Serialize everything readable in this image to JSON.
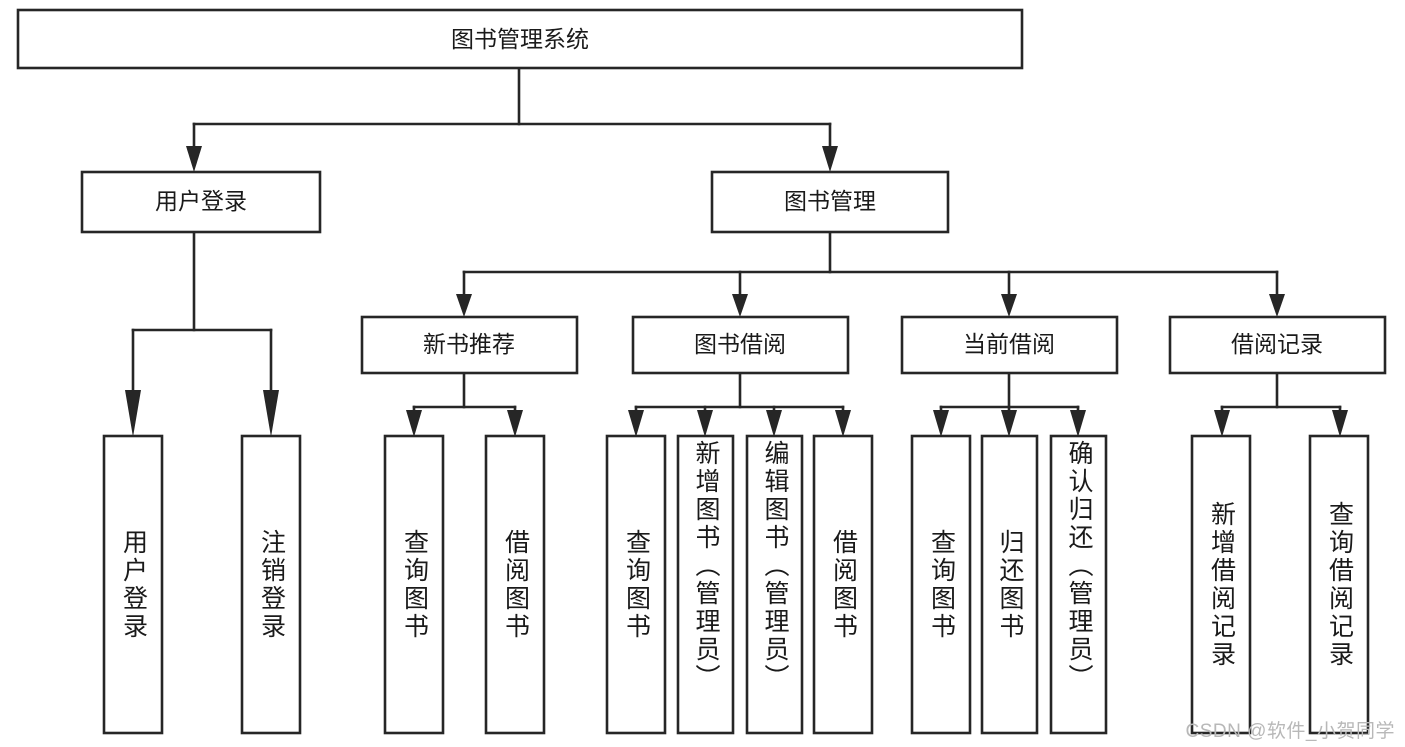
{
  "diagram": {
    "title": "图书管理系统",
    "type": "tree",
    "root": {
      "id": "root",
      "label": "图书管理系统",
      "orientation": "horizontal"
    },
    "level2": [
      {
        "id": "user-login",
        "label": "用户登录",
        "orientation": "horizontal"
      },
      {
        "id": "book-manage",
        "label": "图书管理",
        "orientation": "horizontal"
      }
    ],
    "level3": [
      {
        "id": "new-book-recommend",
        "label": "新书推荐",
        "orientation": "horizontal",
        "parent": "book-manage"
      },
      {
        "id": "book-borrow",
        "label": "图书借阅",
        "orientation": "horizontal",
        "parent": "book-manage"
      },
      {
        "id": "current-borrow",
        "label": "当前借阅",
        "orientation": "horizontal",
        "parent": "book-manage"
      },
      {
        "id": "borrow-record",
        "label": "借阅记录",
        "orientation": "horizontal",
        "parent": "book-manage"
      }
    ],
    "leaves": [
      {
        "id": "leaf-user-login",
        "label": "用户登录",
        "orientation": "vertical",
        "parent": "user-login"
      },
      {
        "id": "leaf-logout-login",
        "label": "注销登录",
        "orientation": "vertical",
        "parent": "user-login"
      },
      {
        "id": "leaf-query-book-1",
        "label": "查询图书",
        "orientation": "vertical",
        "parent": "new-book-recommend"
      },
      {
        "id": "leaf-borrow-book-1",
        "label": "借阅图书",
        "orientation": "vertical",
        "parent": "new-book-recommend"
      },
      {
        "id": "leaf-query-book-2",
        "label": "查询图书",
        "orientation": "vertical",
        "parent": "book-borrow"
      },
      {
        "id": "leaf-add-book",
        "label": "新增图书（管理员）",
        "orientation": "vertical",
        "parent": "book-borrow"
      },
      {
        "id": "leaf-edit-book",
        "label": "编辑图书（管理员）",
        "orientation": "vertical",
        "parent": "book-borrow"
      },
      {
        "id": "leaf-borrow-book-2",
        "label": "借阅图书",
        "orientation": "vertical",
        "parent": "book-borrow"
      },
      {
        "id": "leaf-query-book-3",
        "label": "查询图书",
        "orientation": "vertical",
        "parent": "current-borrow"
      },
      {
        "id": "leaf-return-book",
        "label": "归还图书",
        "orientation": "vertical",
        "parent": "current-borrow"
      },
      {
        "id": "leaf-confirm-return",
        "label": "确认归还（管理员）",
        "orientation": "vertical",
        "parent": "current-borrow"
      },
      {
        "id": "leaf-add-record",
        "label": "新增借阅记录",
        "orientation": "vertical",
        "parent": "borrow-record"
      },
      {
        "id": "leaf-query-record",
        "label": "查询借阅记录",
        "orientation": "vertical",
        "parent": "borrow-record"
      }
    ],
    "colors": {
      "stroke": "#262626",
      "fill": "#ffffff",
      "text": "#1a1a1a",
      "watermark": "#b8b8b8",
      "background": "#ffffff"
    }
  },
  "watermark": {
    "text": "CSDN @软件_小贺同学"
  }
}
